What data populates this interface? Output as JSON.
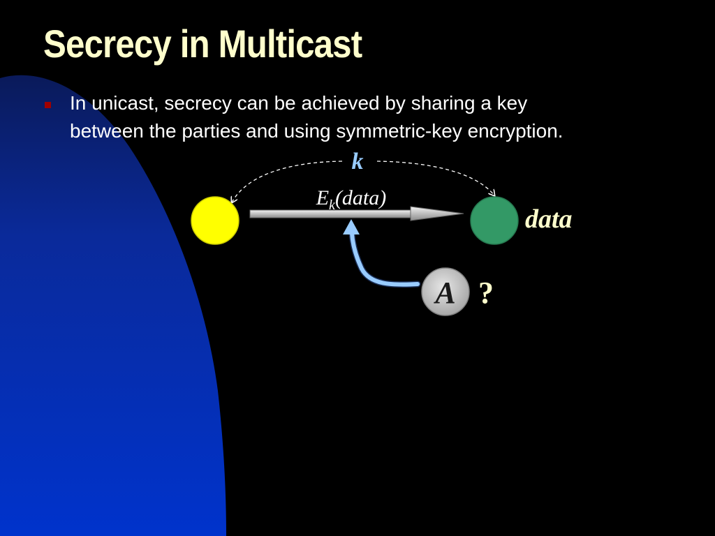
{
  "slide": {
    "title": "Secrecy in Multicast",
    "bullets": [
      {
        "lines": [
          "In unicast, secrecy can be achieved by sharing a key",
          "between the parties and using symmetric-key encryption."
        ]
      }
    ]
  },
  "diagram": {
    "key_label": "k",
    "message_label": {
      "main": "E",
      "subscript": "k",
      "suffix": "(data)"
    },
    "receiver_label": "data",
    "attacker_label": "A",
    "attacker_question": "?"
  },
  "colors": {
    "background": "#000000",
    "background_shape": "#0033CC",
    "title": "#FFFFCC",
    "bullet": "#A00000",
    "sender_node": "#FFFF00",
    "receiver_node": "#339966",
    "key_label": "#99CCFF",
    "receiver_label": "#FFFFCC",
    "attacker_node": "#C0C0C0",
    "attacker_arrow": "#99CCFF",
    "question_mark": "#FFFFCC"
  }
}
